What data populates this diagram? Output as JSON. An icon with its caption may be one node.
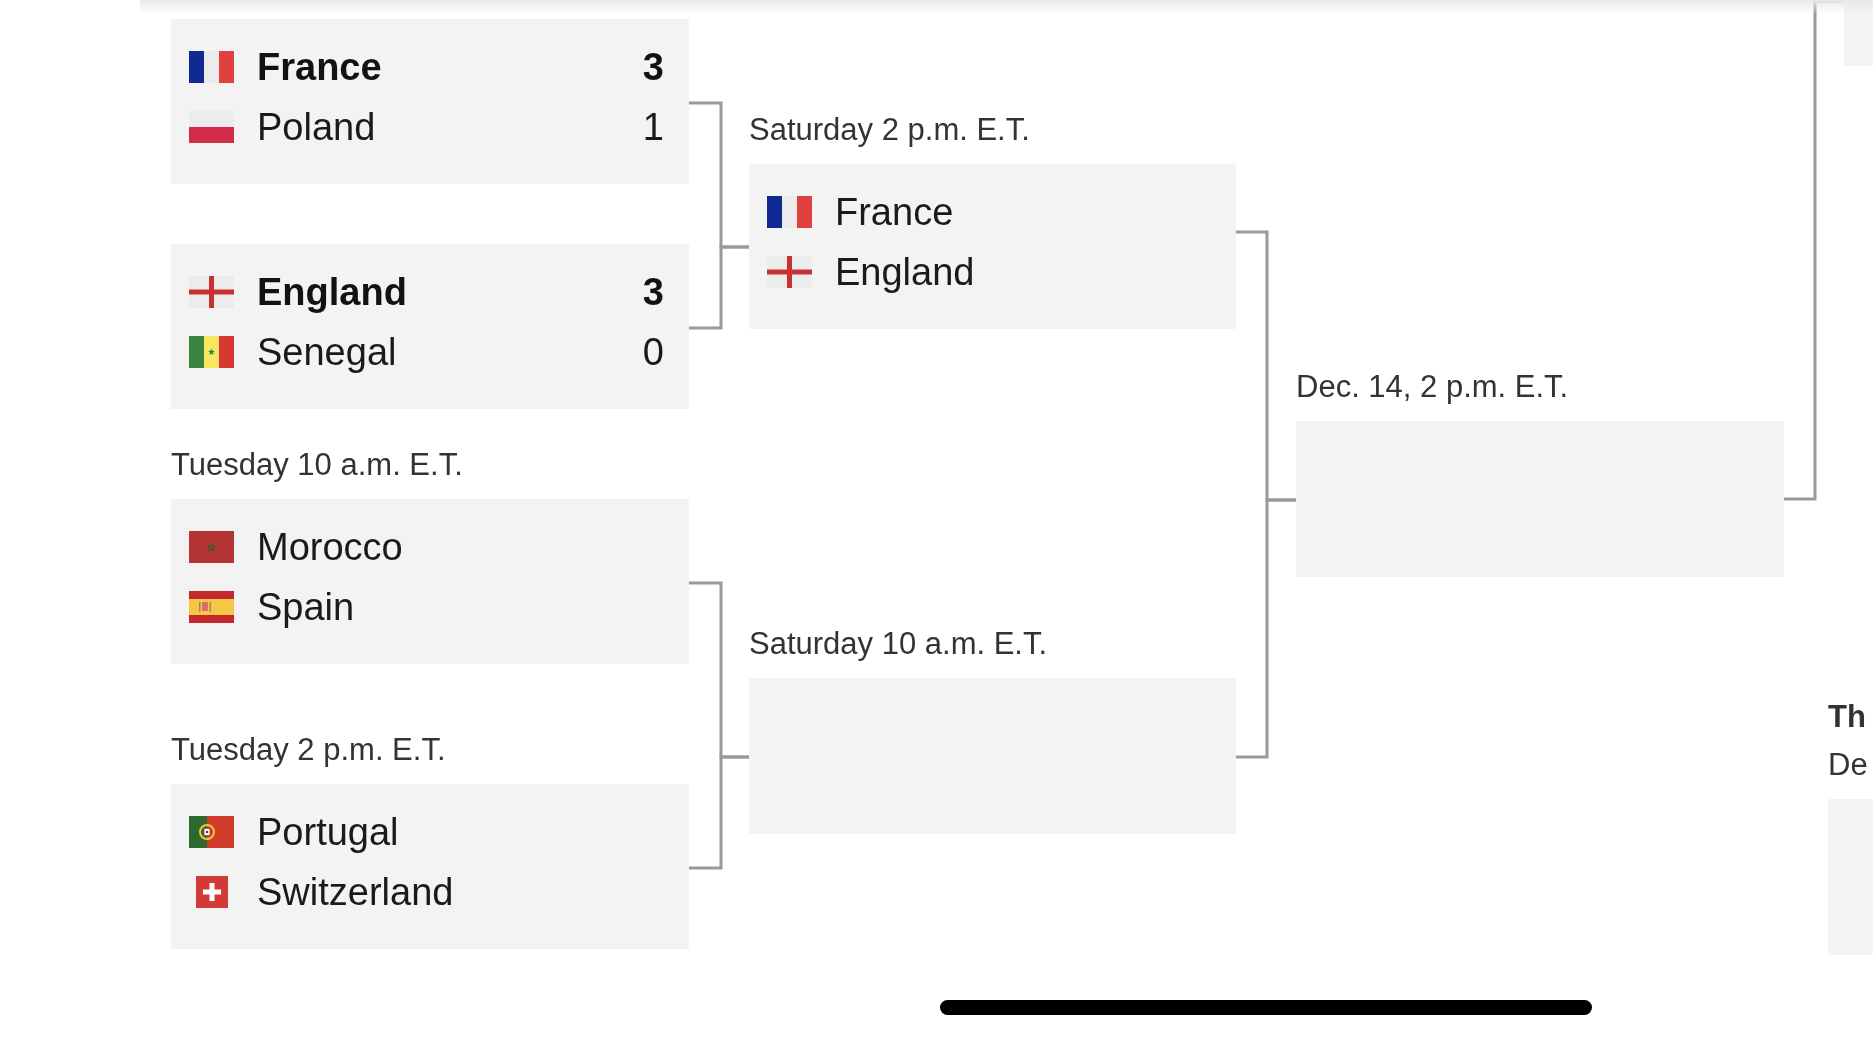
{
  "diagram": {
    "nodes": [
      {
        "text": [
          "France",
          "3",
          "Poland",
          "1"
        ]
      },
      {
        "text": [
          "England",
          "3",
          "Senegal",
          "0"
        ]
      },
      {
        "text": [
          "Tuesday 10 a.m. E.T.",
          "Morocco",
          "Spain"
        ]
      },
      {
        "text": [
          "Tuesday 2 p.m. E.T.",
          "Portugal",
          "Switzerland"
        ]
      },
      {
        "text": [
          "Saturday 2 p.m. E.T.",
          "France",
          "England"
        ]
      },
      {
        "text": [
          "Saturday 10 a.m. E.T."
        ]
      },
      {
        "text": [
          "Dec. 14, 2 p.m. E.T."
        ]
      },
      {
        "text": [],
        "shape": "box"
      },
      {
        "text": [
          "Th",
          "De"
        ]
      },
      {
        "text": [],
        "shape": "bar"
      }
    ],
    "edges": [
      {
        "from": 0,
        "to": 4,
        "arrow": "none"
      },
      {
        "from": 1,
        "to": 4,
        "arrow": "none"
      },
      {
        "from": 2,
        "to": 5,
        "arrow": "none"
      },
      {
        "from": 3,
        "to": 5,
        "arrow": "none"
      },
      {
        "from": 4,
        "to": 6,
        "arrow": "none"
      },
      {
        "from": 5,
        "to": 6,
        "arrow": "none"
      },
      {
        "from": 6,
        "to": 7,
        "arrow": "none"
      }
    ]
  }
}
